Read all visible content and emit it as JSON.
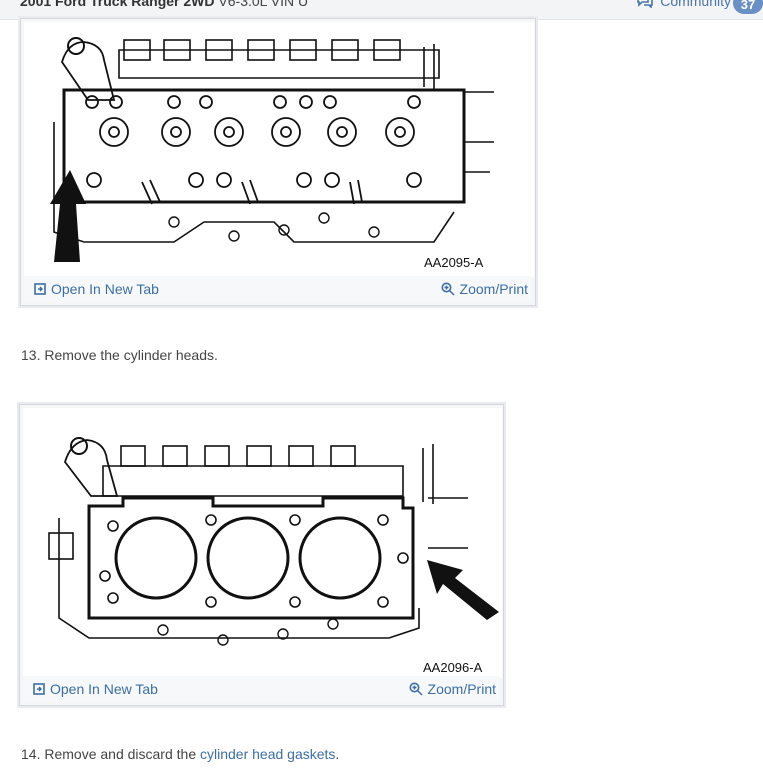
{
  "header": {
    "title_bold": "2001 Ford Truck Ranger 2WD",
    "title_rest": "V6-3.0L VIN U",
    "community_label": "Community",
    "community_count": "37",
    "community_icon": "chat-bubbles-icon"
  },
  "figures": [
    {
      "caption": "AA2095-A",
      "open_label": "Open In New Tab",
      "zoom_label": "Zoom/Print",
      "open_icon": "open-new-tab-icon",
      "zoom_icon": "magnifier-plus-icon"
    },
    {
      "caption": "AA2096-A",
      "open_label": "Open In New Tab",
      "zoom_label": "Zoom/Print",
      "open_icon": "open-new-tab-icon",
      "zoom_icon": "magnifier-plus-icon"
    }
  ],
  "steps": [
    {
      "text": "13. Remove the cylinder heads."
    },
    {
      "prefix": "14. Remove and discard the ",
      "link": "cylinder head gaskets",
      "suffix": "."
    }
  ],
  "colors": {
    "link": "#3c6ea6",
    "badge": "#6a8fc4"
  }
}
